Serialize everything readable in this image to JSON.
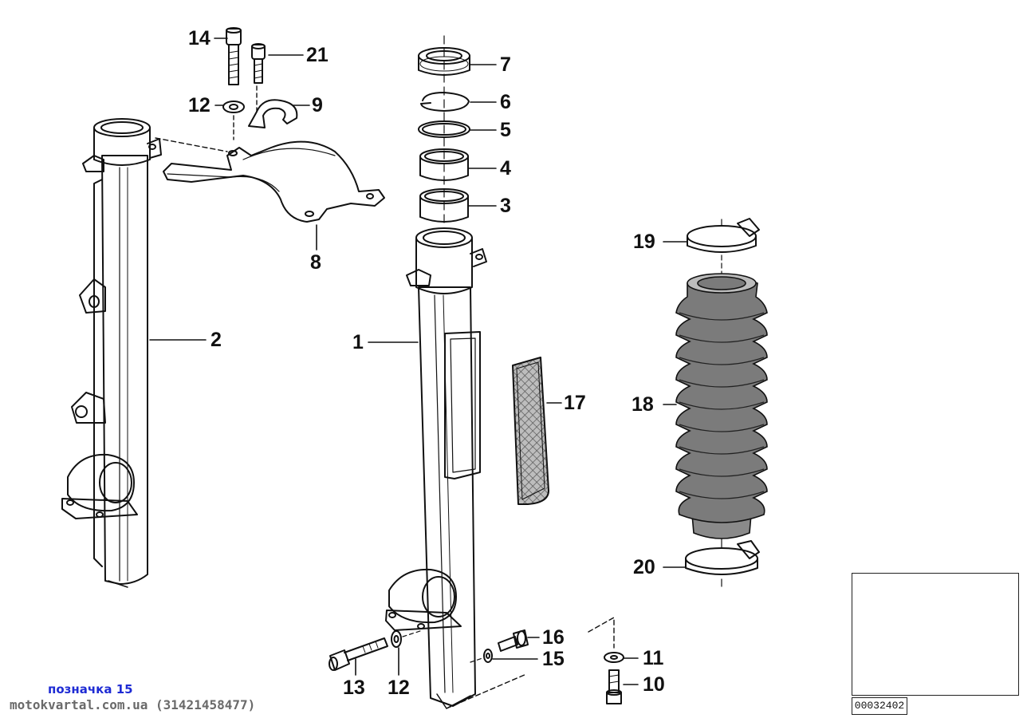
{
  "parts": [
    {
      "id": "14",
      "label": "14"
    },
    {
      "id": "21",
      "label": "21"
    },
    {
      "id": "12-top",
      "label": "12"
    },
    {
      "id": "9",
      "label": "9"
    },
    {
      "id": "8",
      "label": "8"
    },
    {
      "id": "2",
      "label": "2"
    },
    {
      "id": "7",
      "label": "7"
    },
    {
      "id": "6",
      "label": "6"
    },
    {
      "id": "5",
      "label": "5"
    },
    {
      "id": "4",
      "label": "4"
    },
    {
      "id": "3",
      "label": "3"
    },
    {
      "id": "1",
      "label": "1"
    },
    {
      "id": "17",
      "label": "17"
    },
    {
      "id": "19",
      "label": "19"
    },
    {
      "id": "18",
      "label": "18"
    },
    {
      "id": "20",
      "label": "20"
    },
    {
      "id": "16",
      "label": "16"
    },
    {
      "id": "15",
      "label": "15"
    },
    {
      "id": "11",
      "label": "11"
    },
    {
      "id": "10",
      "label": "10"
    },
    {
      "id": "13",
      "label": "13"
    },
    {
      "id": "12-bottom",
      "label": "12"
    }
  ],
  "diagram_id": "00032402",
  "footer": {
    "label": "позначка 15",
    "site": "motokvartal.com.ua (31421458477)"
  },
  "colors": {
    "ink": "#111111",
    "blue_text": "#1e2bd4",
    "grey_text": "#6a6a6a",
    "boot_fill": "#7b7b7b",
    "mesh_fill": "#9a9a9a"
  }
}
